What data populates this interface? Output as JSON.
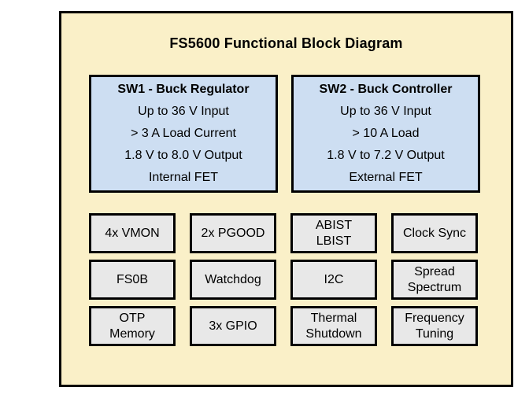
{
  "diagram": {
    "title": "FS5600 Functional Block Diagram",
    "colors": {
      "page_background": "#FFFFFF",
      "panel_fill": "#FAF0C8",
      "sw_block_fill": "#CDDEF2",
      "feature_block_fill": "#E8E8E8",
      "border": "#000000",
      "text": "#000000"
    },
    "sw_blocks": [
      {
        "title": "SW1 - Buck Regulator",
        "lines": [
          "Up to 36 V Input",
          "> 3 A Load Current",
          "1.8 V to 8.0 V Output",
          "Internal FET"
        ]
      },
      {
        "title": "SW2 - Buck Controller",
        "lines": [
          "Up to 36 V Input",
          "> 10 A Load",
          "1.8 V to 7.2 V Output",
          "External FET"
        ]
      }
    ],
    "features": [
      {
        "lines": [
          "4x VMON"
        ]
      },
      {
        "lines": [
          "2x PGOOD"
        ]
      },
      {
        "lines": [
          "ABIST",
          "LBIST"
        ]
      },
      {
        "lines": [
          "Clock Sync"
        ]
      },
      {
        "lines": [
          "FS0B"
        ]
      },
      {
        "lines": [
          "Watchdog"
        ]
      },
      {
        "lines": [
          "I2C"
        ]
      },
      {
        "lines": [
          "Spread",
          "Spectrum"
        ]
      },
      {
        "lines": [
          "OTP",
          "Memory"
        ]
      },
      {
        "lines": [
          "3x GPIO"
        ]
      },
      {
        "lines": [
          "Thermal",
          "Shutdown"
        ]
      },
      {
        "lines": [
          "Frequency",
          "Tuning"
        ]
      }
    ]
  }
}
